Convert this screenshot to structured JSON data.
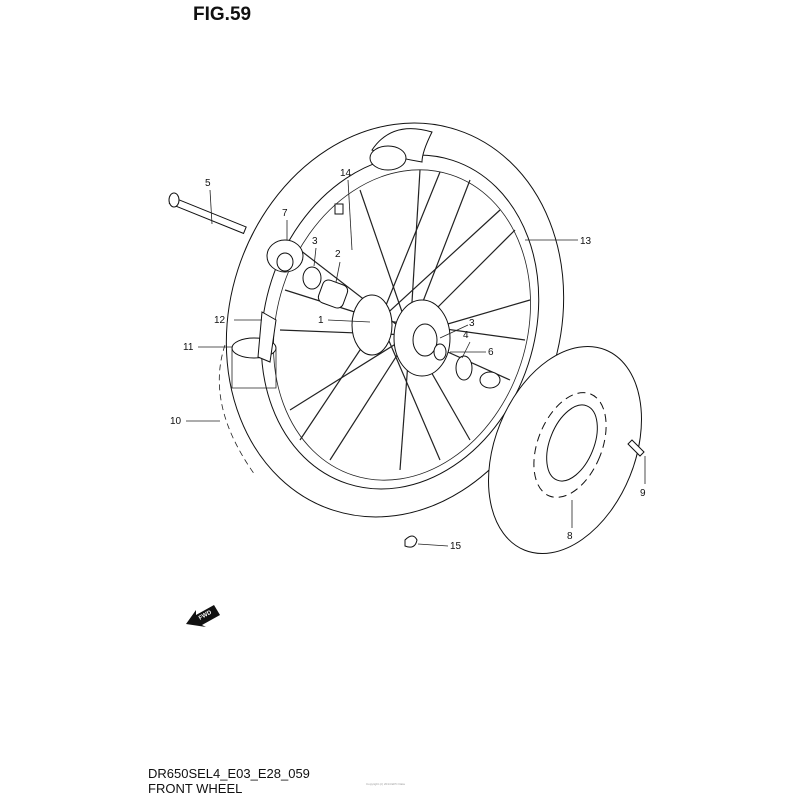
{
  "figure_title": "FIG.59",
  "diagram_code": "DR650SEL4_E03_E28_059",
  "diagram_name": "FRONT WHEEL",
  "copyright": "Copyright (c) 2014 EPC Data",
  "fwd_arrow_label": "FWD",
  "callouts": [
    "5",
    "7",
    "3",
    "2",
    "14",
    "13",
    "12",
    "1",
    "3",
    "4",
    "6",
    "11",
    "10",
    "9",
    "8",
    "15"
  ]
}
